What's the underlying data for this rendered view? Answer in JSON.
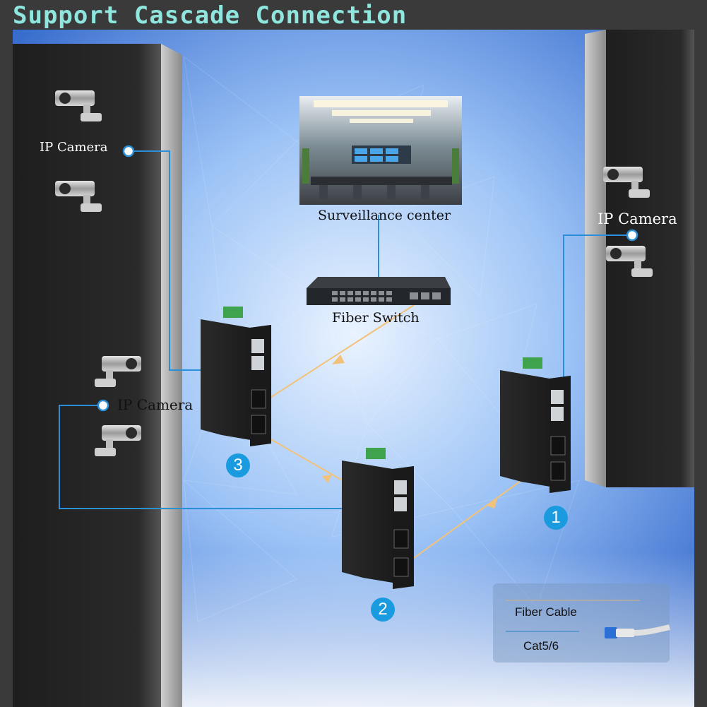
{
  "title": "Support Cascade Connection",
  "nodes": {
    "surveillance_center": {
      "label": "Surveillance center"
    },
    "fiber_switch": {
      "label": "Fiber Switch"
    },
    "camera_group_left_top": {
      "label": "IP Camera"
    },
    "camera_group_right": {
      "label": "IP Camera"
    },
    "camera_group_left_bottom": {
      "label": "IP Camera"
    },
    "converter_1": {
      "number": "1"
    },
    "converter_2": {
      "number": "2"
    },
    "converter_3": {
      "number": "3"
    }
  },
  "legend": {
    "fiber_cable": "Fiber Cable",
    "cat": "Cat5/6"
  },
  "colors": {
    "title": "#8fe6df",
    "fiber_line": "#f2c27a",
    "cat_line": "#2a8fd6",
    "badge": "#1a9be0",
    "background_blue": "#6fa8f0"
  },
  "icons": [
    "ip-camera-icon",
    "fiber-switch-icon",
    "media-converter-icon",
    "monitor-wall-icon",
    "ethernet-plug-icon"
  ]
}
